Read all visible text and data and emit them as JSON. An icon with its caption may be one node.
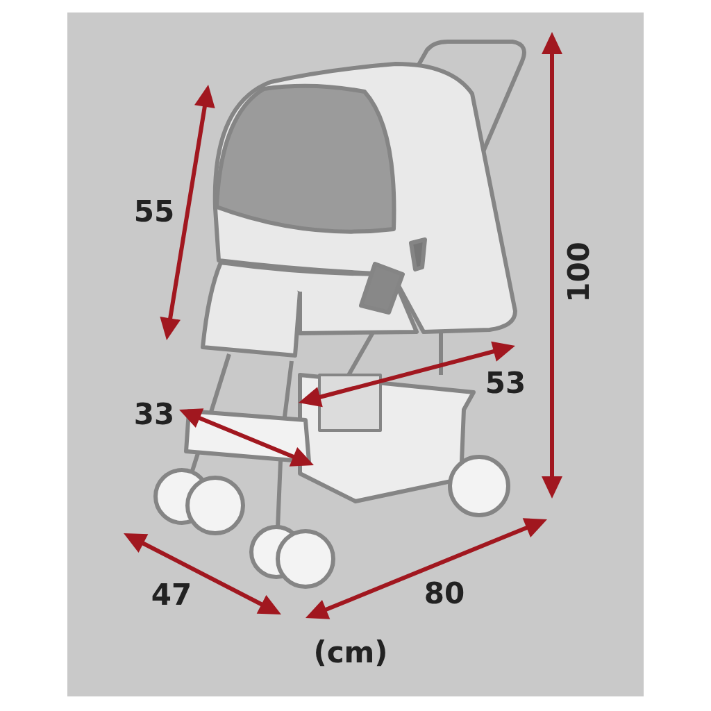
{
  "diagram": {
    "labels": [
      "55",
      "100",
      "53",
      "33",
      "47",
      "80",
      "(cm)"
    ]
  }
}
